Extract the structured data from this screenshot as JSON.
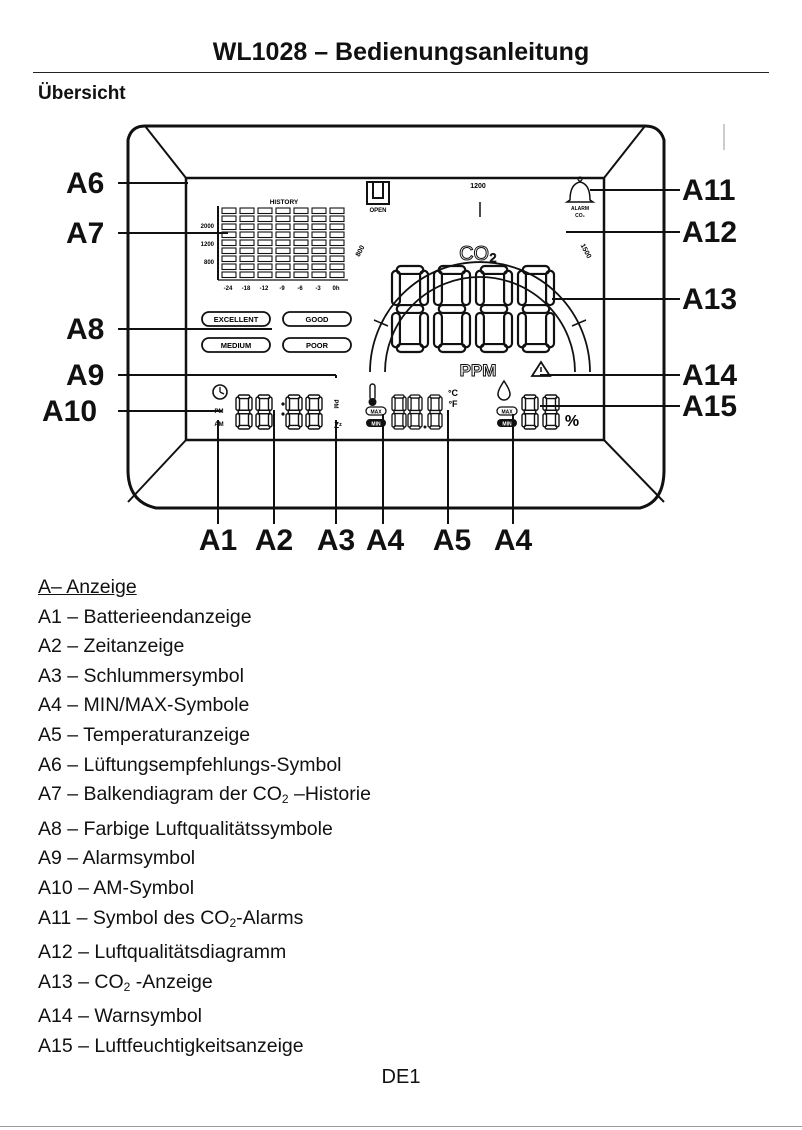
{
  "header": {
    "title": "WL1028 – Bedienungsanleitung",
    "section": "Übersicht"
  },
  "display": {
    "labels": {
      "a1": "A1",
      "a2": "A2",
      "a3": "A3",
      "a4": "A4",
      "a5": "A5",
      "a6": "A6",
      "a7": "A7",
      "a8": "A8",
      "a9": "A9",
      "a10": "A10",
      "a11": "A11",
      "a12": "A12",
      "a13": "A13",
      "a14": "A14",
      "a15": "A15"
    },
    "history": {
      "title": "HISTORY",
      "y_ticks": [
        "2000",
        "1200",
        "800"
      ],
      "x_ticks": [
        "-24",
        "-18",
        "-12",
        "-9",
        "-6",
        "-3",
        "0h"
      ]
    },
    "open_label": "OPEN",
    "quality": {
      "excellent": "EXCELLENT",
      "good": "GOOD",
      "medium": "MEDIUM",
      "poor": "POOR"
    },
    "arc_ticks": {
      "left": "800",
      "top": "1200",
      "right": "1500"
    },
    "alarm_label": "ALARM",
    "alarm_sub": "CO₂",
    "co2_label": "CO₂",
    "ppm_label": "PPM",
    "pm_label": "PM",
    "am_label": "AM",
    "max_label": "MAX",
    "min_label": "MIN",
    "temp_unit_c": "°C",
    "temp_unit_f": "°F",
    "humidity_unit": "%",
    "snooze_label": "Zᶻ"
  },
  "legend": {
    "heading": "A– Anzeige",
    "items": [
      "A1 – Batterieendanzeige",
      "A2 – Zeitanzeige",
      "A3 – Schlummersymbol",
      "A4 – MIN/MAX-Symbole",
      "A5 – Temperaturanzeige",
      "A6 – Lüftungsempfehlungs-Symbol"
    ],
    "a7": {
      "pre": "A7 – Balkendiagram der CO",
      "sub": "2",
      "post": " –Historie"
    },
    "items2": [
      "A8 – Farbige Luftqualitätssymbole",
      "A9 – Alarmsymbol",
      "A10 – AM-Symbol"
    ],
    "a11": {
      "pre": "A11 – Symbol des CO",
      "sub": "2",
      "post": "-Alarms"
    },
    "a12": "A12 – Luftqualitätsdiagramm",
    "a13": {
      "pre": "A13 – CO",
      "sub": "2",
      "post": " -Anzeige"
    },
    "items3": [
      "A14 – Warnsymbol",
      "A15 – Luftfeuchtigkeitsanzeige"
    ]
  },
  "footer": {
    "page": "DE1"
  }
}
